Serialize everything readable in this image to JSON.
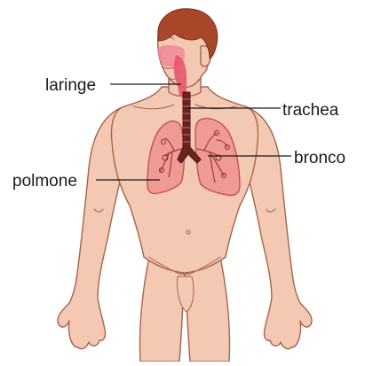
{
  "labels": {
    "laringe": "laringe",
    "trachea": "trachea",
    "bronco": "bronco",
    "polmone": "polmone"
  },
  "colors": {
    "skin": "#f4c9b3",
    "skin_outline": "#a8624a",
    "hair": "#a8462a",
    "lung": "#ef9a92",
    "lung_dark": "#c4524c",
    "airway": "#e8506a",
    "leader_line": "#1a1a1a",
    "text": "#1a1a1a",
    "background": "#ffffff"
  }
}
